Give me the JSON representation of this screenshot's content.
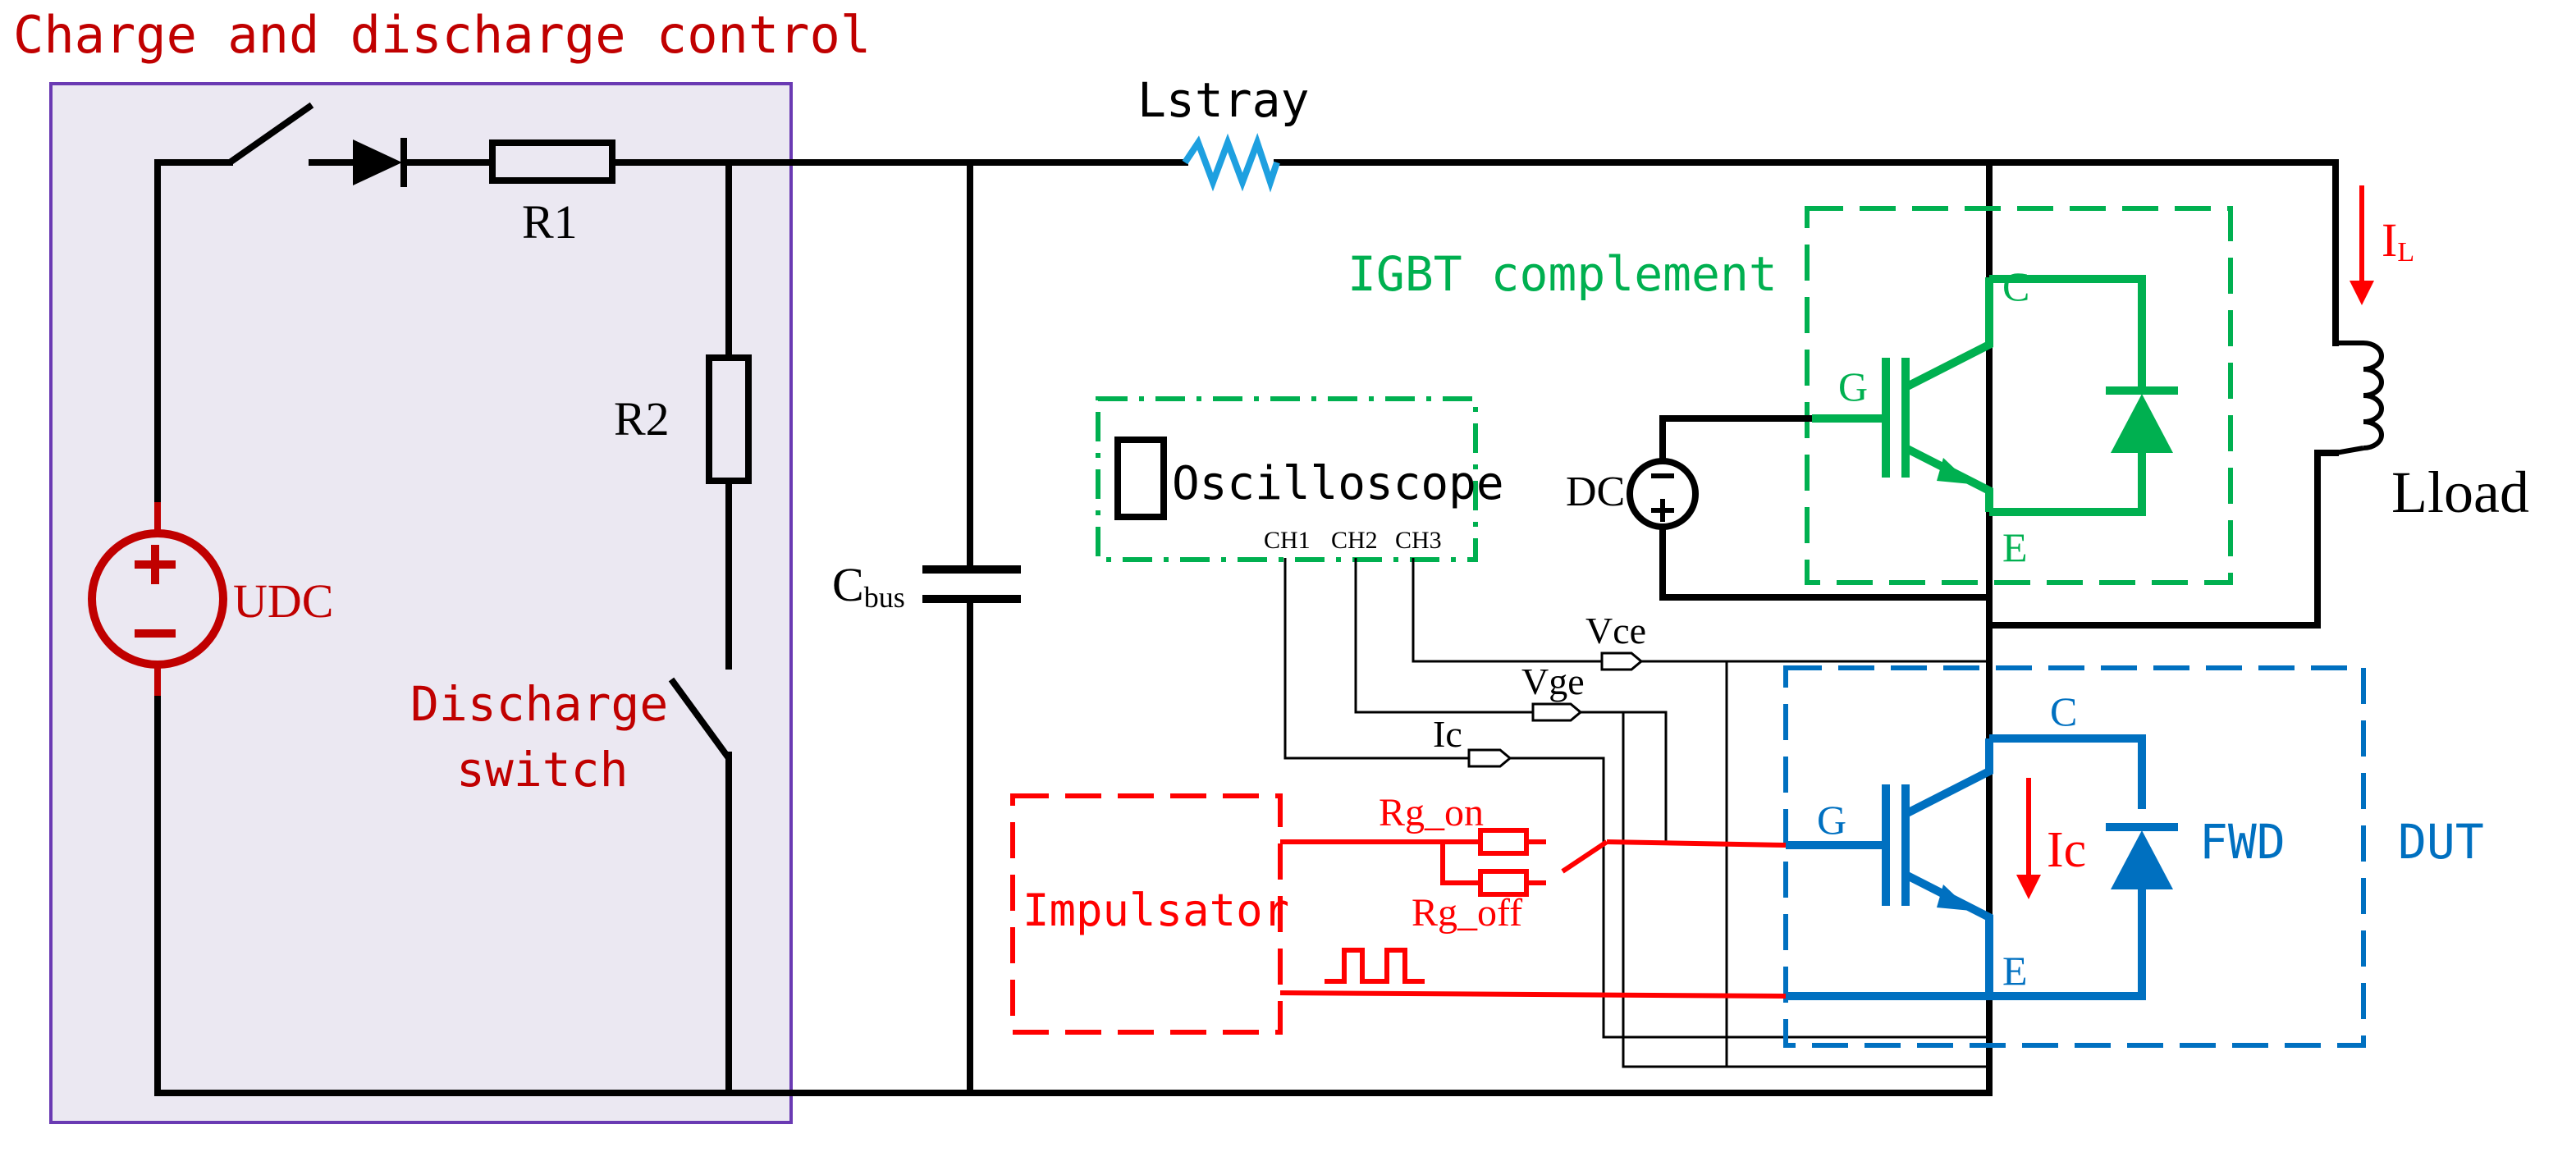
{
  "title": "Charge and discharge control",
  "colors": {
    "wire": "#000000",
    "charge_box": "#6a3ab3",
    "charge_label": "#c00000",
    "source": "#c00000",
    "inductor_stray": "#1ea0e0",
    "igbt_complement": "#00b050",
    "dut": "#0070c0",
    "impulsator": "#ff0000",
    "current_arrow": "#ff0000"
  },
  "labels": {
    "r1": "R1",
    "r2": "R2",
    "udc": "UDC",
    "discharge_switch_line1": "Discharge",
    "discharge_switch_line2": "switch",
    "lstray": "Lstray",
    "cbus_main": "C",
    "cbus_sub": "bus",
    "oscilloscope": "Oscilloscope",
    "ch1": "CH1",
    "ch2": "CH2",
    "ch3": "CH3",
    "igbt_complement": "IGBT complement",
    "dc": "DC",
    "lload": "Lload",
    "il_main": "I",
    "il_sub": "L",
    "vce": "Vce",
    "vge": "Vge",
    "ic_probe": "Ic",
    "rg_on": "Rg_on",
    "rg_off": "Rg_off",
    "impulsator": "Impulsator",
    "ic_current": "Ic",
    "fwd": "FWD",
    "dut": "DUT",
    "collector_top": "C",
    "gate_top": "G",
    "emitter_top": "E",
    "collector_bottom": "C",
    "gate_bottom": "G",
    "emitter_bottom": "E"
  }
}
